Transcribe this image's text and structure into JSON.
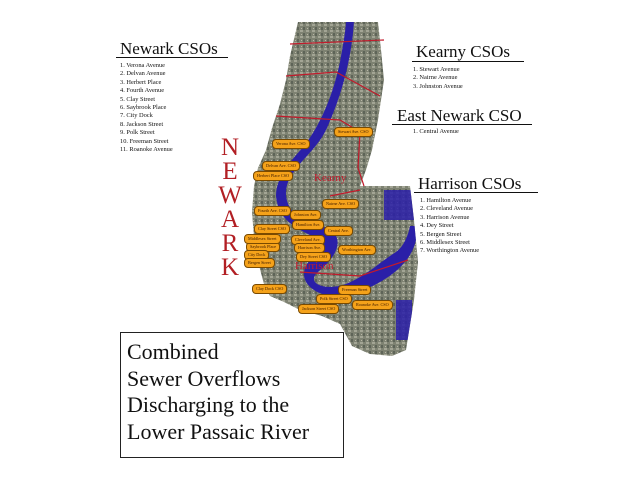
{
  "newark": {
    "heading": "Newark CSOs",
    "items": [
      "1. Verona Avenue",
      "2. Delvan Avenue",
      "3. Herbert Place",
      "4. Fourth Avenue",
      "5. Clay Street",
      "6. Saybrook Place",
      "7. City Dock",
      "8. Jackson Street",
      "9. Polk Street",
      "10. Freeman Street",
      "11. Roanoke Avenue"
    ]
  },
  "kearny": {
    "heading": "Kearny CSOs",
    "items": [
      "1. Stewart Avenue",
      "2. Nairne Avenue",
      "3. Johnston Avenue"
    ]
  },
  "east_newark": {
    "heading": "East Newark CSO",
    "items": [
      "1. Central Avenue"
    ]
  },
  "harrison": {
    "heading": "Harrison CSOs",
    "items": [
      "1. Hamilton Avenue",
      "2. Cleveland Avenue",
      "3. Harrison Avenue",
      "4. Dey Street",
      "5. Bergen Street",
      "6. Middlesex Street",
      "7. Worthington Avenue"
    ]
  },
  "map": {
    "vertical_label": [
      "N",
      "E",
      "W",
      "A",
      "R",
      "K"
    ],
    "town_labels": {
      "kearny": "Kearny",
      "harrison": "Harrison"
    },
    "cso_labels": [
      "Stewart Ave. CSO",
      "Verona Ave. CSO",
      "Delvan Ave. CSO",
      "Herbert Place CSO",
      "Nairne Ave. CSO",
      "Johnston Ave.",
      "Fourth Ave. CSO",
      "Clay Street CSO",
      "Hamilton Ave.",
      "Cleveland Ave.",
      "Harrison Ave.",
      "Dey Street CSO",
      "Saybrook Place",
      "City Dock",
      "Bergen Street",
      "Worthington Ave.",
      "Central Ave.",
      "Middlesex Street",
      "Clay Dock CSO",
      "Freeman Street",
      "Polk Street CSO",
      "Roanoke Ave. CSO",
      "Jackson Street CSO"
    ],
    "colors": {
      "river": "#2a1fa8",
      "boundary": "#c21a2b",
      "label_fill": "#f5a21a",
      "city_text": "#b21f24"
    }
  },
  "title_lines": [
    "Combined",
    "Sewer Overflows",
    "Discharging to the",
    "Lower Passaic River"
  ]
}
